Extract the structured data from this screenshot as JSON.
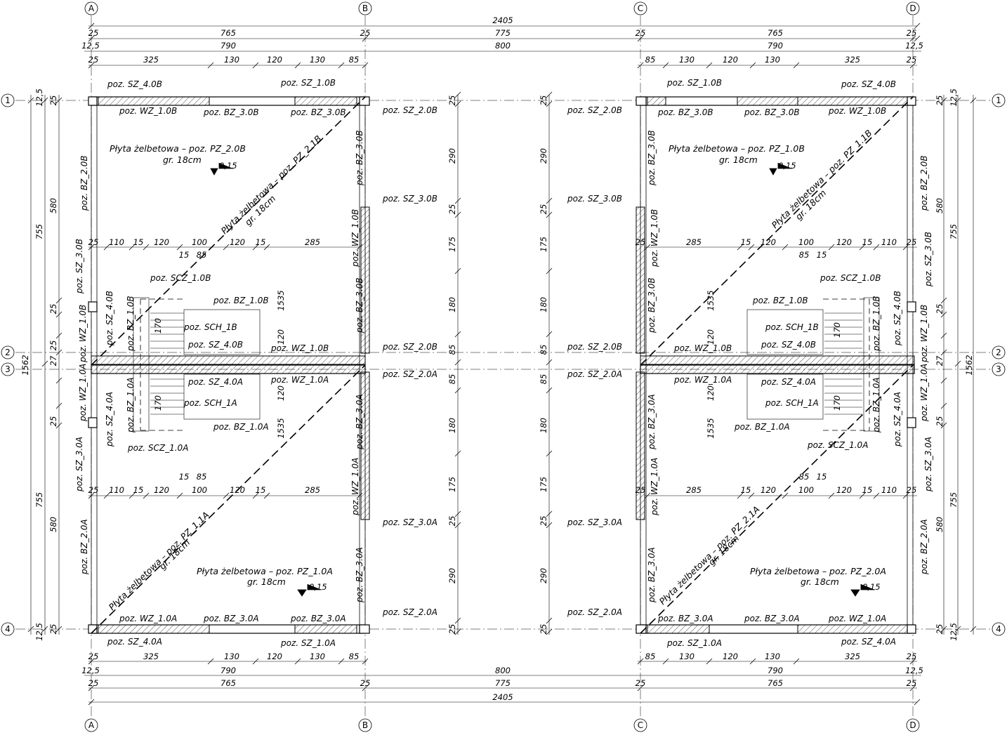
{
  "axes": {
    "columns": [
      "A",
      "B",
      "C",
      "D"
    ],
    "rows": [
      "1",
      "2",
      "3",
      "4"
    ]
  },
  "dimensions": {
    "overall": "2405",
    "half_765": "765",
    "half_775": "775",
    "span_790": "790",
    "span_800": "800",
    "d25": "25",
    "d12_5": "12,5",
    "d325": "325",
    "d130": "130",
    "d120": "120",
    "d85": "85",
    "d110": "110",
    "d15": "15",
    "d100": "100",
    "d285": "285",
    "d290": "290",
    "d175": "175",
    "d180": "180",
    "d580": "580",
    "d755": "755",
    "d1562": "1562",
    "d27": "27",
    "d170": "170",
    "d1535": "1535"
  },
  "labels": {
    "sz40b": "poz.  SZ_4.0B",
    "sz10b": "poz.  SZ_1.0B",
    "sz20b": "poz.  SZ_2.0B",
    "sz30b": "poz.  SZ_3.0B",
    "sz40a": "poz.  SZ_4.0A",
    "sz10a": "poz.  SZ_1.0A",
    "sz20a": "poz.  SZ_2.0A",
    "sz30a": "poz.  SZ_3.0A",
    "wz10b": "poz.  WZ_1.0B",
    "wz10a": "poz.  WZ_1.0A",
    "bz30b": "poz.  BZ_3.0B",
    "bz30a": "poz.  BZ_3.0A",
    "bz20b": "poz.  BZ_2.0B",
    "bz20a": "poz.  BZ_2.0A",
    "bz10b": "poz.  BZ_1.0B",
    "bz10a": "poz.  BZ_1.0A",
    "scz10b": "poz.  SCZ_1.0B",
    "scz10a": "poz.  SCZ_1.0A",
    "sch1b": "poz.  SCH_1B",
    "sch1a": "poz.  SCH_1A",
    "slab_pz20b": "Płyta żelbetowa – poz. PZ_2.0B",
    "slab_pz10b": "Płyta żelbetowa – poz. PZ_1.0B",
    "slab_pz10a": "Płyta żelbetowa – poz. PZ_1.0A",
    "slab_pz20a": "Płyta żelbetowa – poz. PZ_2.0A",
    "diag_pz21b": "Płyta żelbetowa – poz. PZ_2.1B",
    "diag_pz11b": "Płyta żelbetowa – poz. PZ_1.1B",
    "diag_pz11a": "Płyta żelbetowa – poz. PZ_1.1A",
    "diag_pz21a": "Płyta żelbetowa – poz. PZ_2.1A",
    "thickness": "gr. 18cm",
    "level": "0,15"
  }
}
